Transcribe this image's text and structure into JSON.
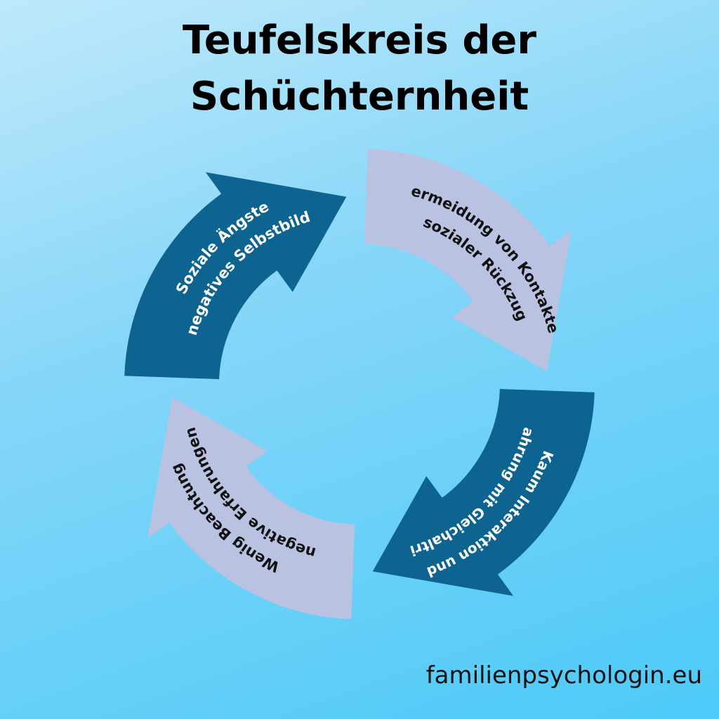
{
  "title": {
    "line1": "Teufelskreis der",
    "line2": "Schüchternheit"
  },
  "steps": [
    {
      "line1": "Soziale Ängste",
      "line2": "negatives Selbstbild",
      "fill": "#0d6491",
      "text_color": "#ffffff"
    },
    {
      "line1": "Vermeidung von Kontakten",
      "line2": "sozialer Rückzug",
      "fill": "#b9c2e0",
      "text_color": "#111111"
    },
    {
      "line1": "Kaum Interaktion und",
      "line2": "Erfahrung mit Gleichaltrigen",
      "fill": "#0d6491",
      "text_color": "#ffffff"
    },
    {
      "line1": "Wenig Beachtung",
      "line2": "negative Erfahrungen",
      "fill": "#b9c2e0",
      "text_color": "#111111"
    }
  ],
  "footer": {
    "website": "familienpsychologin.eu"
  },
  "colors": {
    "background_top": "#bfe9fb",
    "background_bottom": "#4ccaf8",
    "dark_arrow": "#0d6491",
    "light_arrow": "#b9c2e0"
  }
}
